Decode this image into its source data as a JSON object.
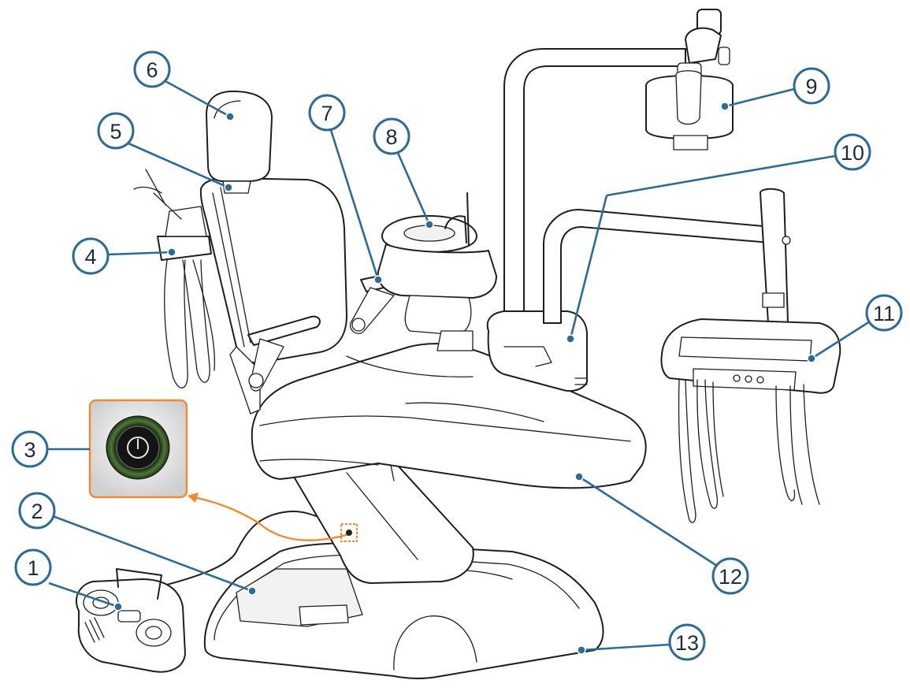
{
  "diagram": {
    "callouts": [
      {
        "id": 1,
        "label": "1"
      },
      {
        "id": 2,
        "label": "2"
      },
      {
        "id": 3,
        "label": "3"
      },
      {
        "id": 4,
        "label": "4"
      },
      {
        "id": 5,
        "label": "5"
      },
      {
        "id": 6,
        "label": "6"
      },
      {
        "id": 7,
        "label": "7"
      },
      {
        "id": 8,
        "label": "8"
      },
      {
        "id": 9,
        "label": "9"
      },
      {
        "id": 10,
        "label": "10"
      },
      {
        "id": 11,
        "label": "11"
      },
      {
        "id": 12,
        "label": "12"
      },
      {
        "id": 13,
        "label": "13"
      }
    ],
    "colors": {
      "callout": "#2e6a96",
      "callout_text": "#1f2d3a",
      "switch_highlight": "#ef8a30",
      "power_ring": "#3e6b2e",
      "line_art": "#1e1e1e"
    },
    "icons": {
      "power_switch": "power-button-icon"
    }
  }
}
